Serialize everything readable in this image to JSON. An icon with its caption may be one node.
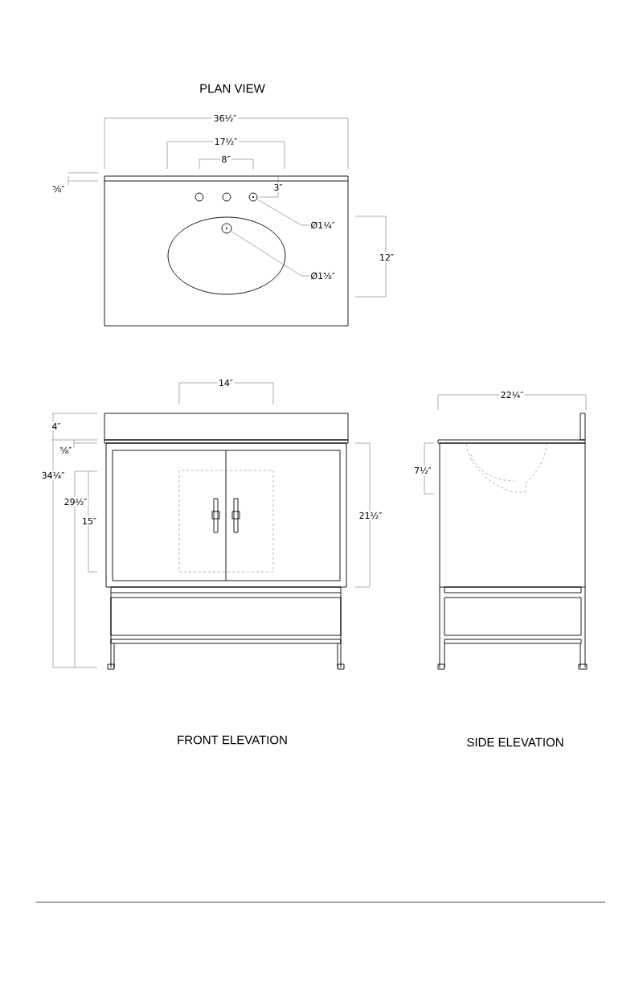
{
  "diagram": {
    "nodes": [
      {
        "text": [
          "Ø1¼″"
        ]
      },
      {
        "text": [],
        "shape": "circle"
      },
      {
        "text": [
          "Ø1⅝″"
        ]
      },
      {
        "text": [],
        "shape": "circle"
      }
    ],
    "edges": [
      {
        "from": 0,
        "to": 1,
        "arrow": "none"
      },
      {
        "from": 2,
        "to": 3,
        "arrow": "none"
      }
    ],
    "labels": [
      "PLAN VIEW",
      "36½″",
      "17½″",
      "8″",
      "⅝″",
      "3″",
      "12″",
      "14″",
      "4″",
      "⅝″",
      "34¼″",
      "29½″",
      "15″",
      "21½″",
      "22¼″",
      "7½″",
      "FRONT ELEVATION",
      "SIDE ELEVATION"
    ]
  }
}
